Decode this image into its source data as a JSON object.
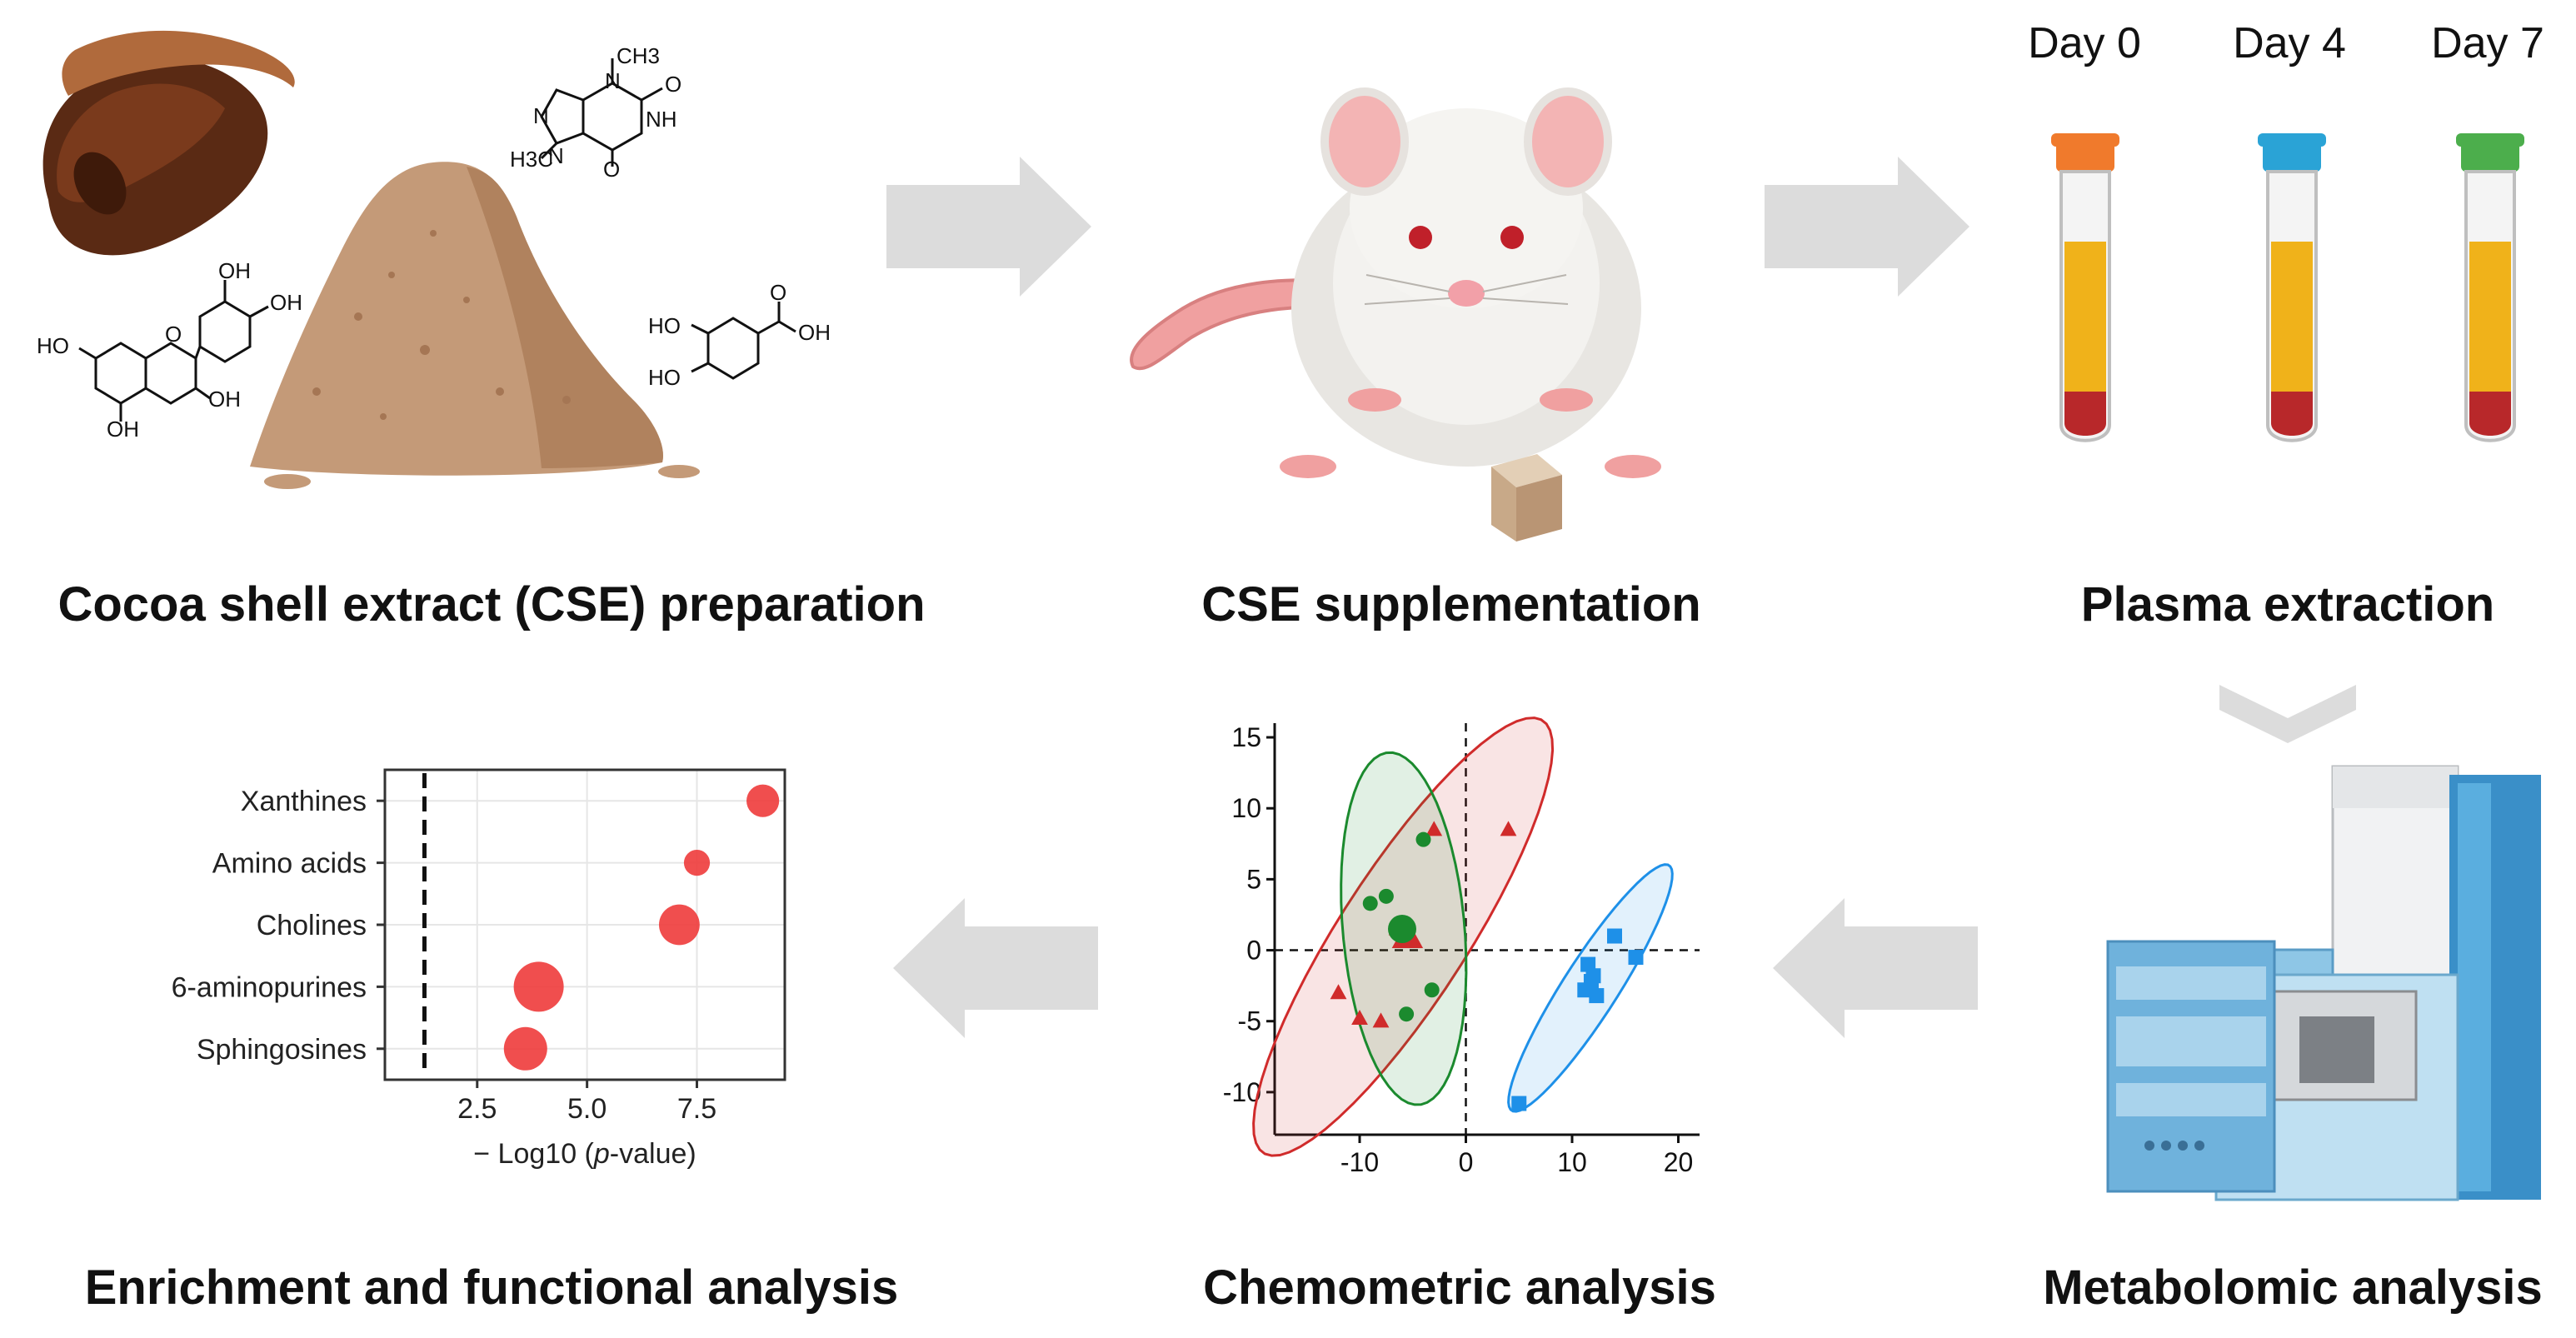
{
  "steps": [
    {
      "id": "prep",
      "title": "Cocoa shell extract (CSE) preparation"
    },
    {
      "id": "supp",
      "title": "CSE supplementation"
    },
    {
      "id": "plasma",
      "title": "Plasma extraction"
    },
    {
      "id": "metab",
      "title": "Metabolomic analysis"
    },
    {
      "id": "chemo",
      "title": "Chemometric analysis"
    },
    {
      "id": "enrich",
      "title": "Enrichment and functional analysis"
    }
  ],
  "days": [
    "Day 0",
    "Day 4",
    "Day 7"
  ],
  "tube_cap_colors": [
    "#f07a2c",
    "#2aa3d6",
    "#4cae4c"
  ],
  "molecules": {
    "caffeine_labels": [
      "CH3",
      "N",
      "O",
      "NH",
      "N",
      "N",
      "O",
      "H3C"
    ],
    "catechin_labels": [
      "OH",
      "OH",
      "HO",
      "O",
      "OH",
      "OH"
    ],
    "protocatechuic_labels": [
      "HO",
      "HO",
      "O",
      "OH"
    ]
  },
  "pca_chart": {
    "chart_data": {
      "type": "scatter",
      "xlim": [
        -18,
        22
      ],
      "ylim": [
        -13,
        16
      ],
      "xticks": [
        -10,
        0,
        10,
        20
      ],
      "yticks": [
        -10,
        -5,
        0,
        5,
        10,
        15
      ],
      "series": [
        {
          "marker": "triangle",
          "color": "#d02b2b",
          "points": [
            [
              -12,
              -3
            ],
            [
              -10,
              -4.8
            ],
            [
              -8,
              -5
            ],
            [
              -6.5,
              1.5
            ],
            [
              -3,
              8.5
            ],
            [
              4,
              8.5
            ]
          ]
        },
        {
          "marker": "circle",
          "color": "#1b8a2e",
          "points": [
            [
              -9,
              3.3
            ],
            [
              -7.5,
              3.8
            ],
            [
              -4,
              7.8
            ],
            [
              -3.2,
              -2.8
            ],
            [
              -5.6,
              -4.5
            ]
          ]
        },
        {
          "marker": "square",
          "color": "#1e90e8",
          "points": [
            [
              5,
              -10.8
            ],
            [
              11.5,
              -1
            ],
            [
              12,
              -1.8
            ],
            [
              11.2,
              -2.8
            ],
            [
              12.3,
              -3.2
            ],
            [
              11.8,
              -2.2
            ],
            [
              14,
              1
            ],
            [
              16,
              -0.5
            ]
          ]
        }
      ],
      "centroids": [
        {
          "marker": "triangle",
          "color": "#d02b2b",
          "point": [
            -5.5,
            1
          ]
        },
        {
          "marker": "circle",
          "color": "#1b8a2e",
          "point": [
            -6,
            1.5
          ]
        }
      ],
      "reference_lines": {
        "x": 0,
        "y": 0
      }
    }
  },
  "enrichment_chart": {
    "chart_data": {
      "type": "scatter",
      "categories": [
        "Xanthines",
        "Amino acids",
        "Cholines",
        "6-aminopurines",
        "Sphingosines"
      ],
      "x": [
        9.0,
        7.5,
        7.1,
        3.9,
        3.6
      ],
      "size_rel": [
        0.48,
        0.28,
        0.72,
        1.0,
        0.8
      ],
      "xlabel_prefix": "− Log10 (",
      "xlabel_italic": "p",
      "xlabel_suffix": "-value)",
      "xticks": [
        2.5,
        5.0,
        7.5
      ],
      "xtick_labels": [
        "2.5",
        "5.0",
        "7.5"
      ],
      "xlim": [
        0.4,
        9.5
      ],
      "threshold": 1.3,
      "color": "#ee3b3b",
      "grid": true
    }
  }
}
